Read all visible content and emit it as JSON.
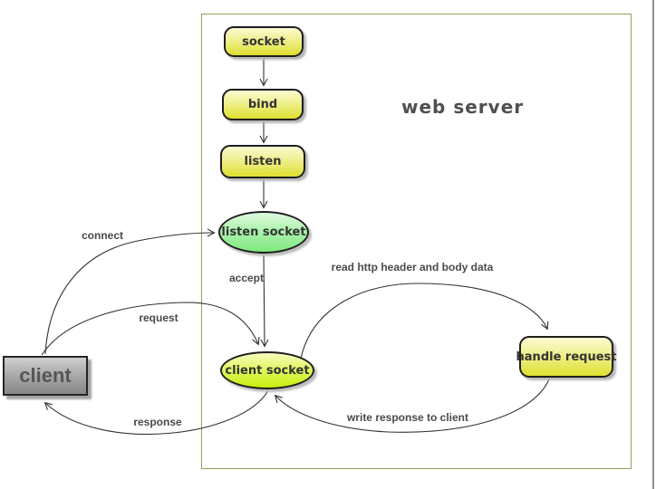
{
  "diagram": {
    "title": "web server",
    "nodes": {
      "socket": {
        "label": "socket",
        "shape": "rounded-rect",
        "fill": "#dfdf30"
      },
      "bind": {
        "label": "bind",
        "shape": "rounded-rect",
        "fill": "#dfdf30"
      },
      "listen": {
        "label": "listen",
        "shape": "rounded-rect",
        "fill": "#dfdf30"
      },
      "listen_socket": {
        "label": "listen socket",
        "shape": "ellipse",
        "fill": "#7fe87f"
      },
      "client_socket": {
        "label": "client socket",
        "shape": "ellipse",
        "fill": "#c7ef0e"
      },
      "handle_request": {
        "label": "handle request",
        "shape": "rounded-rect",
        "fill": "#dfdf30"
      },
      "client": {
        "label": "client",
        "shape": "rect",
        "fill": "#a8a8a8"
      }
    },
    "edges": {
      "socket_bind": {
        "from": "socket",
        "to": "bind",
        "label": ""
      },
      "bind_listen": {
        "from": "bind",
        "to": "listen",
        "label": ""
      },
      "listen_listensocket": {
        "from": "listen",
        "to": "listen_socket",
        "label": ""
      },
      "accept": {
        "from": "listen_socket",
        "to": "client_socket",
        "label": "accept"
      },
      "connect": {
        "from": "client",
        "to": "listen_socket",
        "label": "connect"
      },
      "request": {
        "from": "client",
        "to": "client_socket",
        "label": "request"
      },
      "response": {
        "from": "client_socket",
        "to": "client",
        "label": "response"
      },
      "read_http": {
        "from": "client_socket",
        "to": "handle_request",
        "label": "read http header and body data"
      },
      "write_response": {
        "from": "handle_request",
        "to": "client_socket",
        "label": "write response to client"
      }
    },
    "colors": {
      "boundary_border": "#9b9b63",
      "node_border": "#1e1e1e",
      "node_yellow": "#dfdf30",
      "node_green": "#7fe87f",
      "node_chartreuse": "#c7ef0e",
      "client_gray": "#a8a8a8",
      "edge_stroke": "#333333",
      "label_text": "#4a4a4a",
      "title_text": "#4f4f4f",
      "window_edge": "#909090"
    }
  }
}
